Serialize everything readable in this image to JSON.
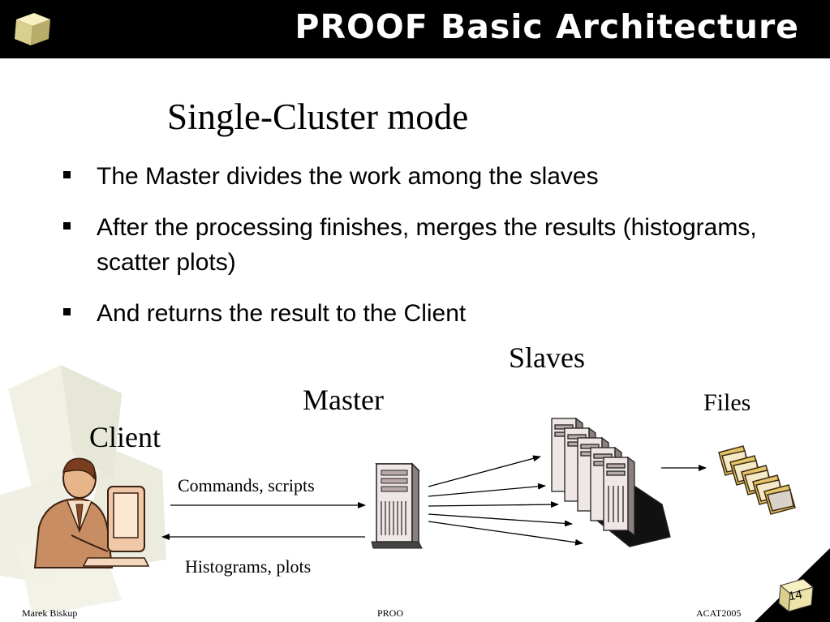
{
  "header": {
    "title": "PROOF Basic Architecture"
  },
  "slide": {
    "subtitle": "Single-Cluster mode",
    "bullets": [
      "The Master divides the work among the slaves",
      "After the processing finishes, merges the results (histograms, scatter plots)",
      "And returns the result to the Client"
    ]
  },
  "diagram": {
    "client_label": "Client",
    "master_label": "Master",
    "slaves_label": "Slaves",
    "files_label": "Files",
    "commands_label": "Commands, scripts",
    "histograms_label": "Histograms, plots"
  },
  "footer": {
    "author": "Marek Biskup",
    "center": "PROOF",
    "conference": "ACAT2005",
    "page_number": "14"
  }
}
